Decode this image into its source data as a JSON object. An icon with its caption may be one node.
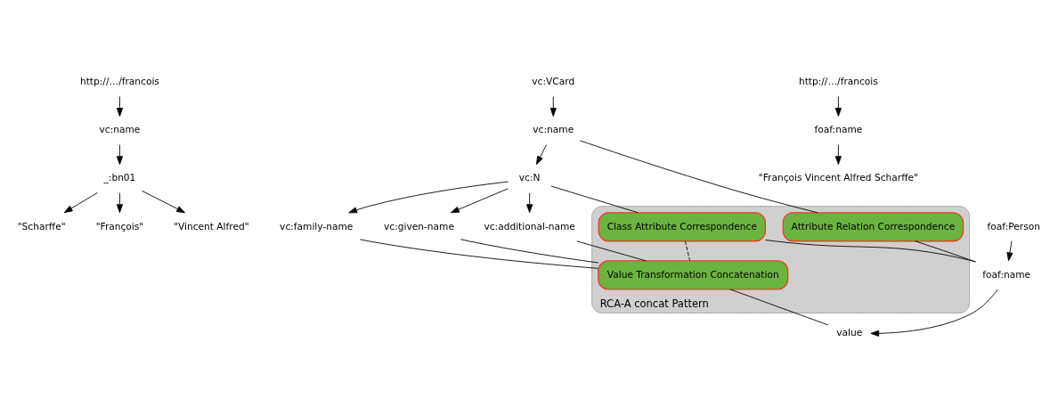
{
  "diagram": {
    "nodes": [
      {
        "text": [
          "http://…/francois"
        ]
      },
      {
        "text": [
          "vc:name"
        ]
      },
      {
        "text": [
          "_:bn01"
        ]
      },
      {
        "text": [
          "\"Scharffe\""
        ]
      },
      {
        "text": [
          "\"François\""
        ]
      },
      {
        "text": [
          "\"Vincent Alfred\""
        ]
      },
      {
        "text": [
          "vc:VCard"
        ]
      },
      {
        "text": [
          "vc:name"
        ]
      },
      {
        "text": [
          "vc:N"
        ]
      },
      {
        "text": [
          "vc:family-name"
        ]
      },
      {
        "text": [
          "vc:given-name"
        ]
      },
      {
        "text": [
          "vc:additional-name"
        ]
      },
      {
        "text": [
          "RCA-A concat Pattern"
        ]
      },
      {
        "text": [
          "Attribute Relation Correspondence"
        ],
        "in": 12
      },
      {
        "text": [
          "Class Attribute Correspondence"
        ],
        "in": 12
      },
      {
        "text": [
          "Value Transformation Concatenation"
        ],
        "in": 12
      },
      {
        "text": [
          "foaf:Person"
        ]
      },
      {
        "text": [
          "foaf:name"
        ]
      },
      {
        "text": [
          "value"
        ]
      },
      {
        "text": [
          "http://…/francois"
        ]
      },
      {
        "text": [
          "foaf:name"
        ]
      },
      {
        "text": [
          "\"François Vincent Alfred Scharffe\""
        ]
      }
    ],
    "edges": [
      {
        "from": 0,
        "to": 1,
        "arrow": "to"
      },
      {
        "from": 1,
        "to": 2,
        "arrow": "to"
      },
      {
        "from": 2,
        "to": 3,
        "arrow": "to"
      },
      {
        "from": 2,
        "to": 4,
        "arrow": "to"
      },
      {
        "from": 2,
        "to": 5,
        "arrow": "to"
      },
      {
        "from": 6,
        "to": 7,
        "arrow": "to"
      },
      {
        "from": 7,
        "to": 8,
        "arrow": "to"
      },
      {
        "from": 8,
        "to": 9,
        "arrow": "to"
      },
      {
        "from": 8,
        "to": 10,
        "arrow": "to"
      },
      {
        "from": 8,
        "to": 11,
        "arrow": "to"
      },
      {
        "from": 7,
        "to": 13,
        "arrow": "none"
      },
      {
        "from": 8,
        "to": 14,
        "arrow": "none"
      },
      {
        "from": 13,
        "to": 17,
        "arrow": "none"
      },
      {
        "from": 14,
        "to": 17,
        "arrow": "none"
      },
      {
        "from": 14,
        "to": 15,
        "arrow": "none",
        "style": "dashed"
      },
      {
        "from": 9,
        "to": 15,
        "arrow": "none"
      },
      {
        "from": 10,
        "to": 15,
        "arrow": "none"
      },
      {
        "from": 11,
        "to": 15,
        "arrow": "none"
      },
      {
        "from": 15,
        "to": 18,
        "arrow": "none"
      },
      {
        "from": 16,
        "to": 17,
        "arrow": "to"
      },
      {
        "from": 17,
        "to": 18,
        "arrow": "to"
      },
      {
        "from": 19,
        "to": 20,
        "arrow": "to"
      },
      {
        "from": 20,
        "to": 21,
        "arrow": "to"
      }
    ]
  }
}
